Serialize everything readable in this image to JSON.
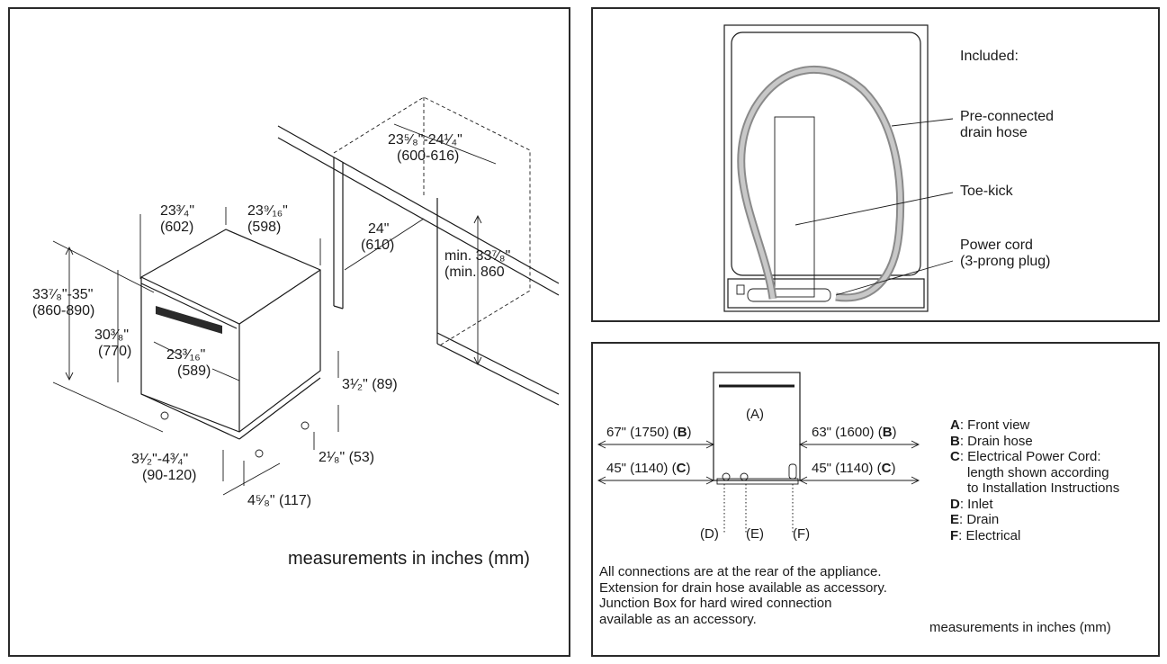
{
  "left_panel": {
    "labels": {
      "width_left": "23³⁄₄\"",
      "width_left_mm": "(602)",
      "width_right": "23⁹⁄₁₆\"",
      "width_right_mm": "(598)",
      "cab_width": "23⁵⁄₈\"-24¹⁄₄\"",
      "cab_width_mm": "(600-616)",
      "cab_depth": "24\"",
      "cab_depth_mm": "(610)",
      "cab_height": "min. 33⁷⁄₈\"",
      "cab_height_mm": "(min. 860",
      "total_height": "33⁷⁄₈\"-35\"",
      "total_height_mm": "(860-890)",
      "body_height": "30³⁄₈\"",
      "body_height_mm": "(770)",
      "depth": "23³⁄₁₆\"",
      "depth_mm": "(589)",
      "kick_height": "3¹⁄₂\" (89)",
      "foot_height": "2¹⁄₈\" (53)",
      "leg_range": "3¹⁄₂\"-4³⁄₄\"",
      "leg_range_mm": "(90-120)",
      "leg_depth": "4⁵⁄₈\" (117)"
    },
    "footer": "measurements in inches (mm)"
  },
  "top_right_panel": {
    "included_label": "Included:",
    "callouts": [
      {
        "line1": "Pre-connected",
        "line2": "drain hose"
      },
      {
        "line1": "Toe-kick",
        "line2": ""
      },
      {
        "line1": "Power cord",
        "line2": "(3-prong plug)"
      }
    ]
  },
  "bottom_right_panel": {
    "front_label": "(A)",
    "left_top": {
      "text": "67\" (1750) (",
      "key": "B",
      "close": ")"
    },
    "left_bottom": {
      "text": "45\" (1140) (",
      "key": "C",
      "close": ")"
    },
    "right_top": {
      "text": "63\" (1600) (",
      "key": "B",
      "close": ")"
    },
    "right_bottom": {
      "text": "45\" (1140) (",
      "key": "C",
      "close": ")"
    },
    "connectors": [
      "(D)",
      "(E)",
      "(F)"
    ],
    "legend": [
      {
        "key": "A",
        "text": ": Front view",
        "extra": []
      },
      {
        "key": "B",
        "text": ": Drain hose",
        "extra": []
      },
      {
        "key": "C",
        "text": ": Electrical Power Cord:",
        "extra": [
          "length shown according",
          "to Installation Instructions"
        ]
      },
      {
        "key": "D",
        "text": ": Inlet",
        "extra": []
      },
      {
        "key": "E",
        "text": ": Drain",
        "extra": []
      },
      {
        "key": "F",
        "text": ": Electrical",
        "extra": []
      }
    ],
    "notes": [
      "All connections are at the rear of the appliance.",
      "Extension for drain hose available as accessory.",
      "Junction Box for hard wired connection",
      "available as an accessory."
    ],
    "footer": "measurements in inches (mm)"
  }
}
